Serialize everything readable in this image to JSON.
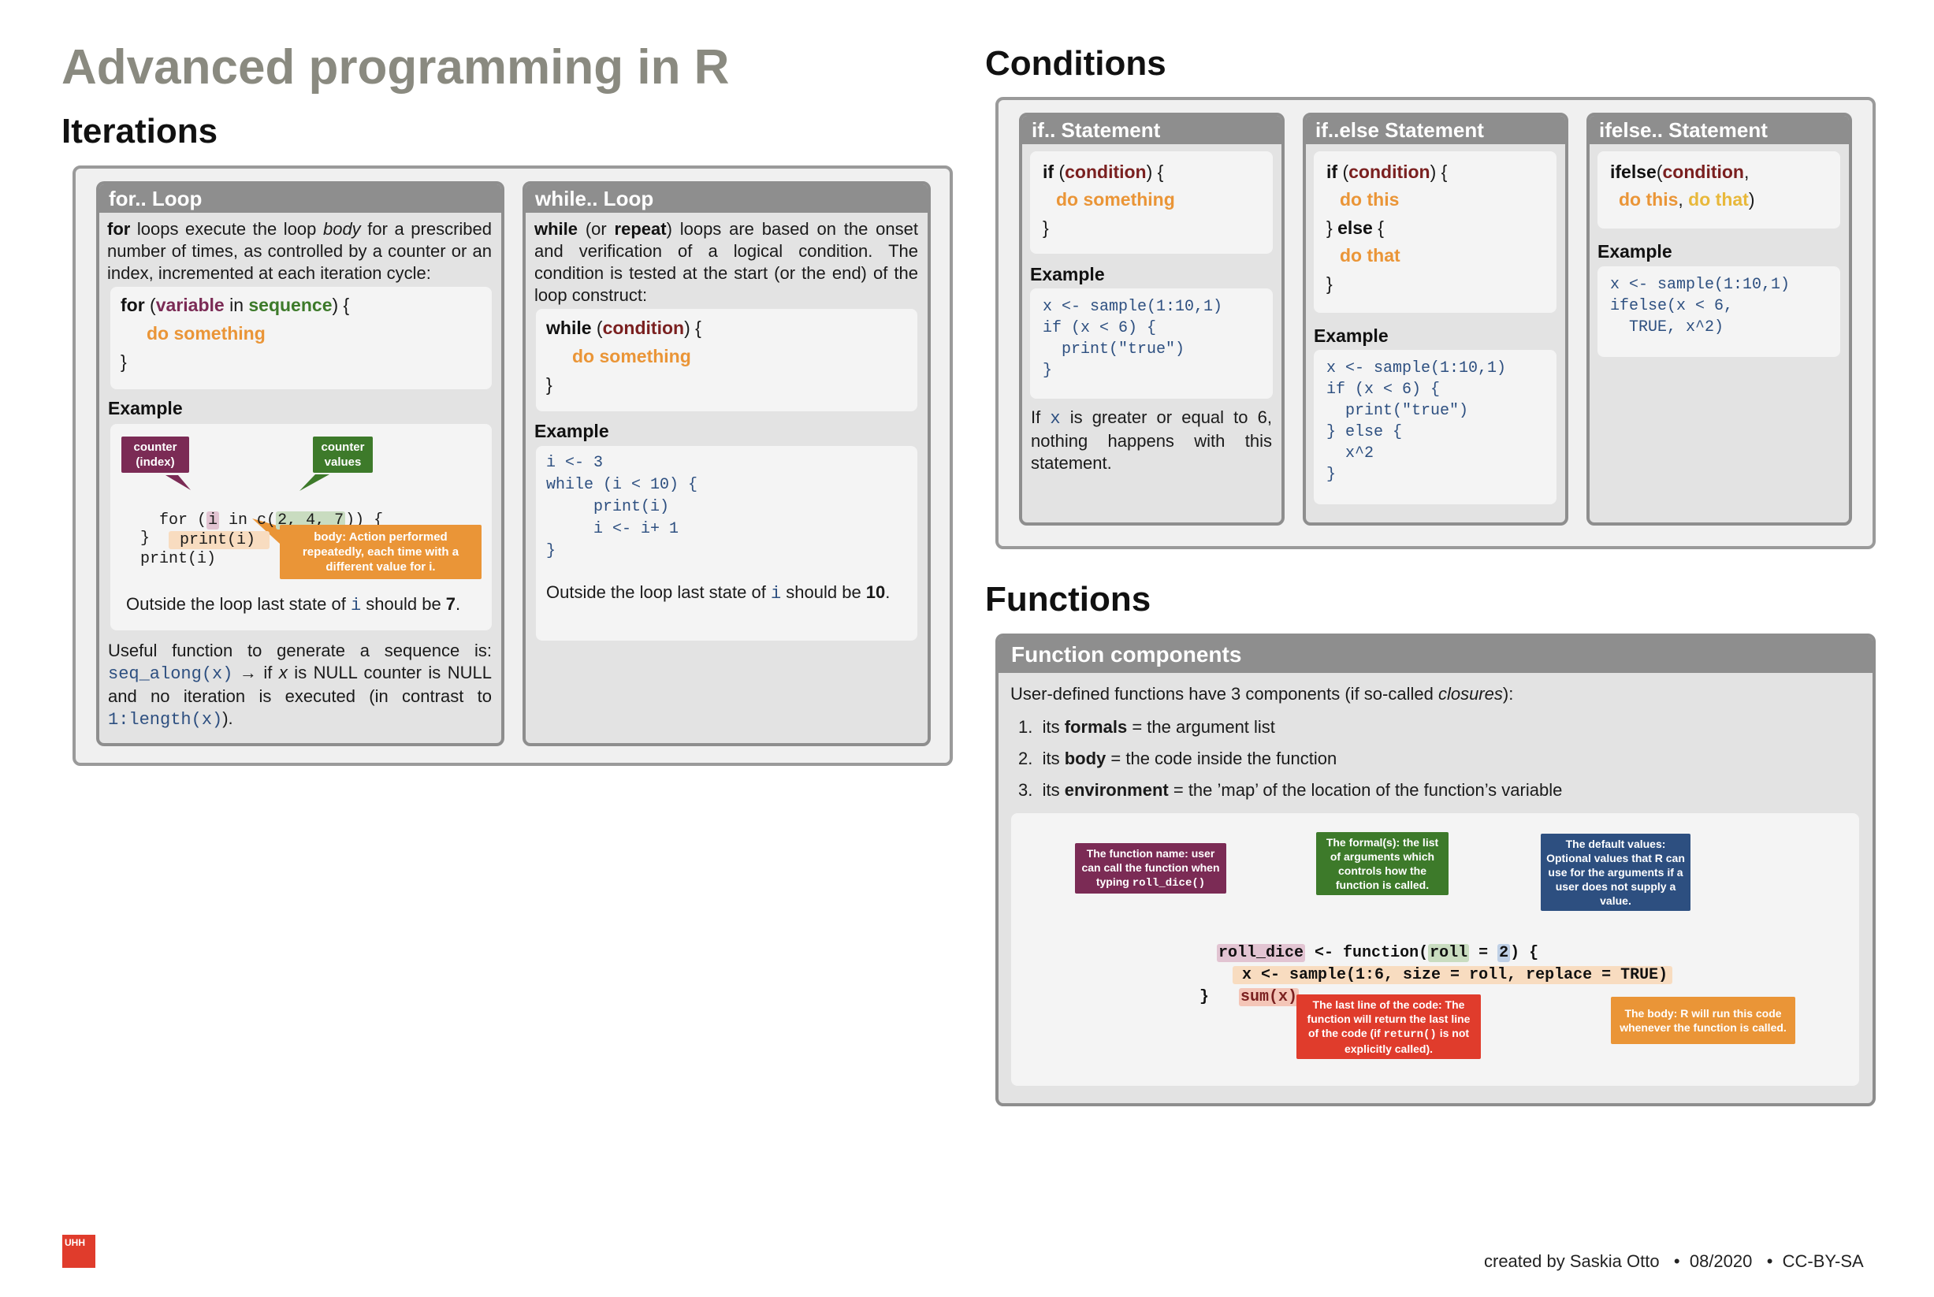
{
  "title": "Advanced programming in R",
  "sections": {
    "iterations": "Iterations",
    "conditions": "Conditions",
    "functions": "Functions"
  },
  "for_loop": {
    "header": "for.. Loop",
    "intro": {
      "kw": "for",
      "a": " loops execute the loop ",
      "em": "body",
      "b": " for a prescribed number of times, as controlled by a counter or an index, incremented at each iteration cycle:"
    },
    "syntax": {
      "l1_kw": "for",
      "l1_a": " (",
      "l1_var": "variable",
      "l1_in": " in ",
      "l1_seq": "sequence",
      "l1_b": ") {",
      "l2": "do something",
      "l3": "}"
    },
    "example_label": "Example",
    "tags": {
      "counter_index": "counter (index)",
      "counter_values": "counter values",
      "body": "body: Action performed repeatedly, each time with a different value for i."
    },
    "code": {
      "l1a": "for (",
      "l1i": "i",
      "l1b": " in c(",
      "l1v": "2, 4, 7",
      "l1c": ")) {",
      "l2": "print(i)",
      "l3": "}",
      "l4": "print(i)"
    },
    "outside": {
      "a": "Outside the loop last state of ",
      "code": "i",
      "b": " should be ",
      "val": "7",
      "c": "."
    },
    "useful": {
      "a": "Useful function to generate a sequence is: ",
      "code1": "seq_along(x)",
      "b": " → if ",
      "em": "x",
      "c": " is NULL counter is NULL and no iteration is executed (in contrast to ",
      "code2": "1:length(x)",
      "d": ")."
    }
  },
  "while_loop": {
    "header": "while.. Loop",
    "intro": {
      "kw1": "while",
      "a": " (or ",
      "kw2": "repeat",
      "b": ") loops are based on the onset and verification of a logical condition. The condition is tested at the start (or the end) of the loop construct:"
    },
    "syntax": {
      "l1_kw": "while",
      "l1_a": " (",
      "l1_cond": "condition",
      "l1_b": ") {",
      "l2": "do something",
      "l3": "}"
    },
    "example_label": "Example",
    "code": [
      "i <- 3",
      "while (i < 10) {",
      "     print(i)",
      "     i <- i+ 1",
      "}"
    ],
    "outside": {
      "a": "Outside the loop last state of ",
      "code": "i",
      "b": " should be ",
      "val": "10",
      "c": "."
    }
  },
  "if_stmt": {
    "header": "if.. Statement",
    "syntax": {
      "l1_kw": "if",
      "l1_a": " (",
      "l1_cond": "condition",
      "l1_b": ") {",
      "l2": "do something",
      "l3": "}"
    },
    "example_label": "Example",
    "code": [
      "x <- sample(1:10,1)",
      "if (x < 6) {",
      "  print(\"true\")",
      "}"
    ],
    "note": {
      "a": "If ",
      "code": "x",
      "b": " is greater or equal to 6, nothing happens with this statement."
    }
  },
  "ifelse_stmt": {
    "header": "if..else Statement",
    "syntax": {
      "l1_kw": "if",
      "l1_a": " (",
      "l1_cond": "condition",
      "l1_b": ") {",
      "l2": "do this",
      "l3_a": "} ",
      "l3_kw": "else",
      "l3_b": " {",
      "l4": "do that",
      "l5": "}"
    },
    "example_label": "Example",
    "code": [
      "x <- sample(1:10,1)",
      "if (x < 6) {",
      "  print(\"true\")",
      "} else {",
      "  x^2",
      "}"
    ]
  },
  "ifelse_fn": {
    "header": "ifelse.. Statement",
    "syntax": {
      "l1_kw": "ifelse",
      "l1_a": "(",
      "l1_cond": "condition",
      "l1_b": ",",
      "l2_a": "do this",
      "l2_comma": ", ",
      "l2_b": "do that",
      "l2_c": ")"
    },
    "example_label": "Example",
    "code": [
      "x <- sample(1:10,1)",
      "ifelse(x < 6,",
      "  TRUE, x^2)"
    ]
  },
  "functions": {
    "header": "Function components",
    "intro": {
      "a": "User-defined functions have 3 components (if so-called ",
      "em": "closures",
      "b": "):"
    },
    "items": [
      {
        "num": "1.",
        "a": "its ",
        "kw": "formals",
        "b": " = the argument list"
      },
      {
        "num": "2.",
        "a": "its ",
        "kw": "body",
        "b": " = the code inside the function"
      },
      {
        "num": "3.",
        "a": "its ",
        "kw": "environment",
        "b": " = the ’map’ of the location of the function’s variable"
      }
    ],
    "tags": {
      "name": {
        "a": "The function name: user can call the function when typing ",
        "code": "roll_dice()"
      },
      "formals": "The formal(s): the list of arguments which controls how the function is called.",
      "defaults": "The default values: Optional values that R can use for the arguments if a user does not supply a value.",
      "lastline": {
        "a": "The last line of the code: The function will return the last line of the code (if ",
        "code": "return()",
        "b": " is not explicitly called)."
      },
      "body": "The body: R will run this code whenever the function is called."
    },
    "code": {
      "name": "roll_dice",
      "arrow": " <- function(",
      "arg": "roll",
      "eq": " = ",
      "def": "2",
      "close": ") {",
      "l2": "x <- sample(1:6, size = roll, replace = TRUE)",
      "l3": "sum(x)",
      "l4": "}"
    }
  },
  "footer": {
    "credit": "created by Saskia Otto",
    "date": "08/2020",
    "license": "CC-BY-SA",
    "logo": "UHH"
  },
  "colors": {
    "header_gray": "#8e8e8e",
    "title_gray": "#8a8a80",
    "purple": "#7b2b55",
    "green": "#3d7a2a",
    "orange": "#ea9537",
    "red": "#e03c2c",
    "navy": "#2d4f80"
  }
}
